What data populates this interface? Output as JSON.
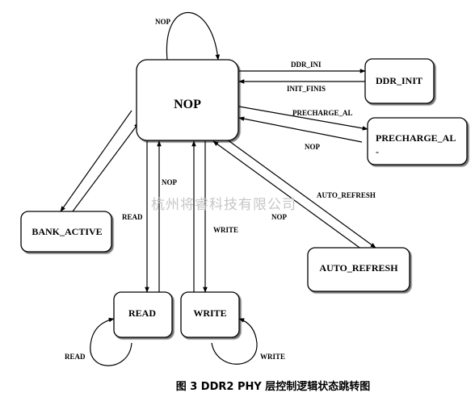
{
  "states": {
    "nop": "NOP",
    "ddr_init": "DDR_INIT",
    "precharge_al": "PRECHARGE_AL",
    "precharge_al_cont": "-",
    "bank_active": "BANK_ACTIVE",
    "auto_refresh": "AUTO_REFRESH",
    "read": "READ",
    "write": "WRITE"
  },
  "transitions": {
    "nop_self": "NOP",
    "to_ddr_init": "DDR_INI",
    "from_ddr_init": "INIT_FINIS",
    "to_precharge": "PRECHARGE_AL",
    "from_precharge": "NOP",
    "to_auto_refresh": "AUTO_REFRESH",
    "from_auto_refresh": "NOP",
    "to_read": "READ",
    "from_read": "NOP",
    "to_write": "WRITE",
    "read_self": "READ",
    "write_self": "WRITE"
  },
  "watermark": "杭州将睿科技有限公司",
  "caption": "图 3 DDR2 PHY 层控制逻辑状态跳转图"
}
